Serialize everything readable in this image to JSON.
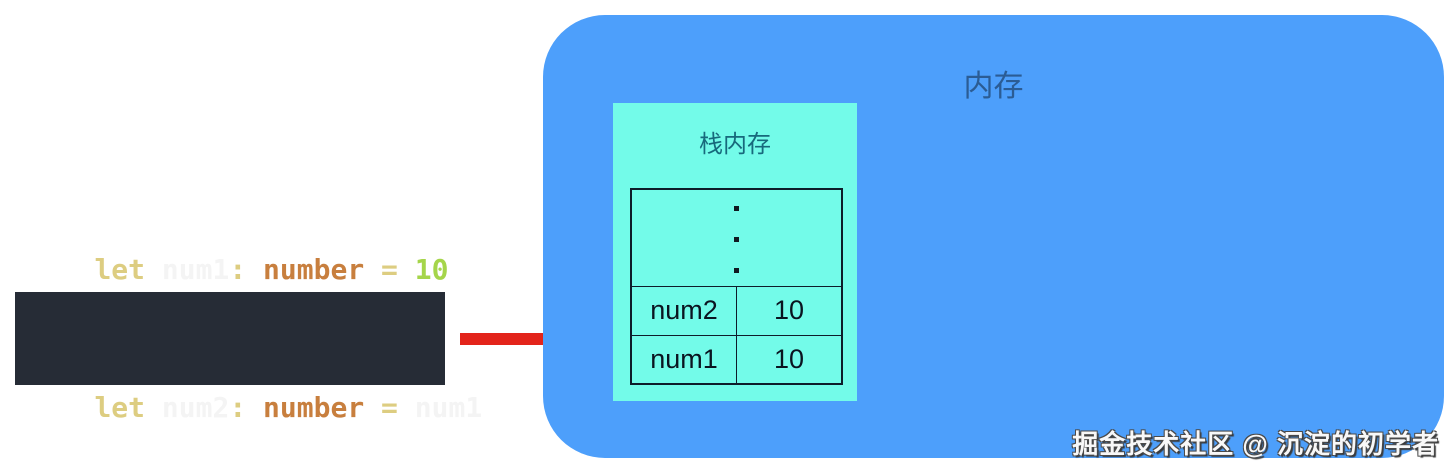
{
  "colors": {
    "code_background": "#262c36",
    "keyword": "#ddcd81",
    "variable": "#f4f4f4",
    "type_name": "#c87f3e",
    "number_literal": "#a5d54a",
    "arrow": "#e3241b",
    "memory_background": "#4d9ffb",
    "memory_title_text": "#2b5c94",
    "stack_background": "#73fbe9",
    "stack_title_text": "#17697c",
    "table_border": "#0e1c2a",
    "table_text": "#0a1420",
    "dot": "#101820",
    "watermark_text": "#f8f8f8"
  },
  "code_block": {
    "lines": [
      {
        "keyword": "let",
        "variable": " num1",
        "colon": ":",
        "type": " number",
        "equals": " = ",
        "value": "10"
      },
      {
        "keyword": "let",
        "variable": " num2",
        "colon": ":",
        "type": " number",
        "equals": " = ",
        "value": "num1"
      }
    ]
  },
  "memory_panel": {
    "title": "内存",
    "stack_box": {
      "title": "栈内存",
      "ellipsis_dot_count": 3,
      "table": {
        "rows": [
          {
            "name": "num2",
            "value": "10"
          },
          {
            "name": "num1",
            "value": "10"
          }
        ]
      }
    }
  },
  "watermark": "掘金技术社区 @ 沉淀的初学者"
}
